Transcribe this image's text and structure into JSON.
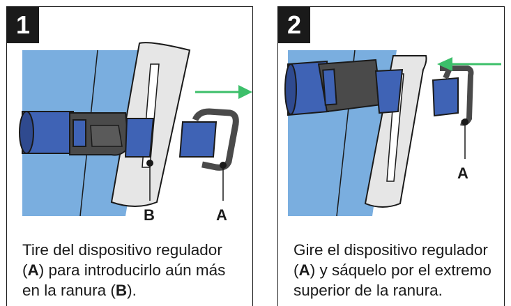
{
  "colors": {
    "sky": "#7aaedf",
    "strap": "#3f63b5",
    "strap_dark": "#2f4a8f",
    "buckle": "#4a4a4a",
    "board": "#e6e6e6",
    "arrow": "#3cbf6a"
  },
  "panels": [
    {
      "step": "1",
      "labels": {
        "a": "A",
        "b": "B"
      },
      "caption": {
        "t1": "Tire del dispositivo regulador (",
        "bold1": "A",
        "t2": ") para introducirlo aún más en la ranura (",
        "bold2": "B",
        "t3": ")."
      }
    },
    {
      "step": "2",
      "labels": {
        "a": "A"
      },
      "caption": {
        "t1": "Gire el dispositivo regulador (",
        "bold1": "A",
        "t2": ") y sáquelo por el extremo superior de la ranura."
      }
    }
  ]
}
